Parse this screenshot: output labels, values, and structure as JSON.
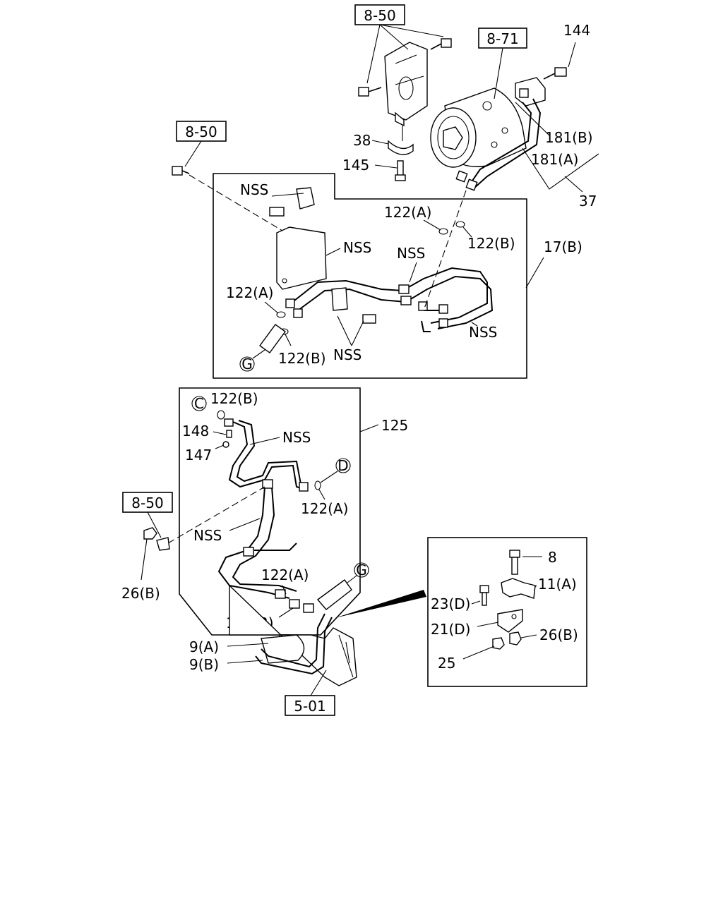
{
  "refs": {
    "r850_top": "8-50",
    "r871": "8-71",
    "r850_left": "8-50",
    "r850_mid": "8-50",
    "r501": "5-01"
  },
  "labels": {
    "p144": "144",
    "p181b": "181(B)",
    "p181a": "181(A)",
    "p37": "37",
    "p38": "38",
    "p145": "145",
    "nss_bracket": "NSS",
    "nss_plate": "NSS",
    "nss_hose_top": "NSS",
    "nss_hose_right": "NSS",
    "nss_clamp_bottom": "NSS",
    "p122a_top": "122(A)",
    "p122b_top": "122(B)",
    "p17b": "17(B)",
    "p122a_left": "122(A)",
    "p122b_left": "122(B)",
    "circle_g_top": "G",
    "p122b_c": "122(B)",
    "circle_c": "C",
    "p148": "148",
    "p147": "147",
    "nss_upper_pipe": "NSS",
    "p125": "125",
    "circle_d": "D",
    "p122a_d": "122(A)",
    "nss_lower_pipe": "NSS",
    "p26b_left": "26(B)",
    "p122a_lower": "122(A)",
    "p122b_lower": "122(B)",
    "circle_g_lower": "G",
    "p9a": "9(A)",
    "p9b": "9(B)",
    "d8": "8",
    "d11a": "11(A)",
    "d23d": "23(D)",
    "d21d": "21(D)",
    "d26b": "26(B)",
    "d25": "25"
  }
}
